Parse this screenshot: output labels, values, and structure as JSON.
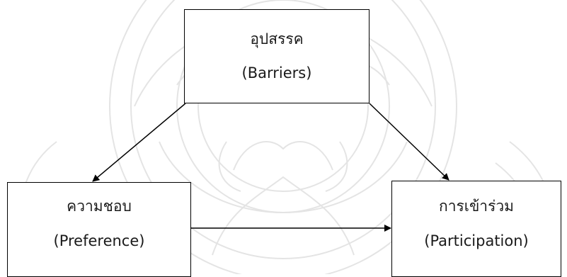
{
  "diagram": {
    "nodes": {
      "barriers": {
        "label": "อุปสรรค",
        "sublabel": "(Barriers)"
      },
      "preference": {
        "label": "ความชอบ",
        "sublabel": "(Preference)"
      },
      "participation": {
        "label": "การเข้าร่วม",
        "sublabel": "(Participation)"
      }
    },
    "edges": [
      {
        "from": "barriers",
        "to": "preference"
      },
      {
        "from": "barriers",
        "to": "participation"
      },
      {
        "from": "preference",
        "to": "participation"
      }
    ],
    "colors": {
      "line": "#000000",
      "watermark": "#c8c8c8"
    }
  }
}
